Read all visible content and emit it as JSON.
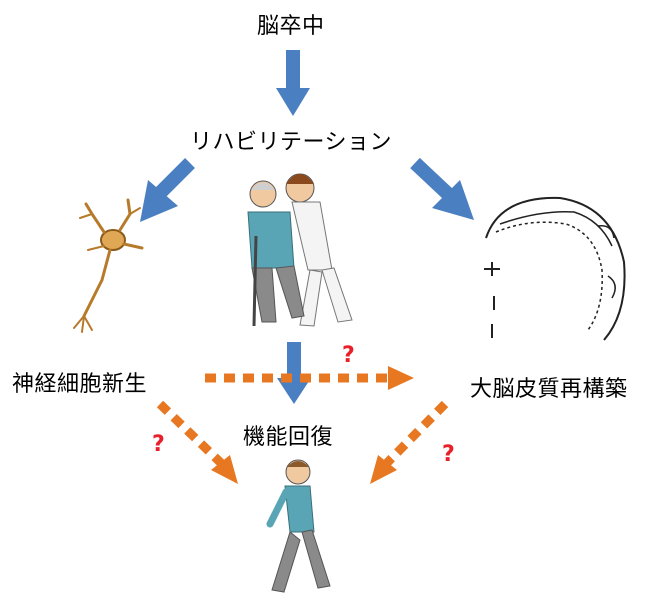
{
  "nodes": {
    "stroke": "脳卒中",
    "rehab": "リハビリテーション",
    "neurogenesis": "神経細胞新生",
    "reorganization": "大脳皮質再構築",
    "recovery": "機能回復"
  },
  "question_mark": "?",
  "colors": {
    "solid_arrow": "#4a7fc1",
    "dotted_arrow": "#e87722",
    "question": "#e8202a",
    "shirt": "#5aa5b5",
    "pants": "#8a8a8a"
  },
  "icons": [
    "neuron-illustration",
    "caregiver-helping-patient-illustration",
    "cortex-homunculus-illustration",
    "walking-man-illustration"
  ]
}
